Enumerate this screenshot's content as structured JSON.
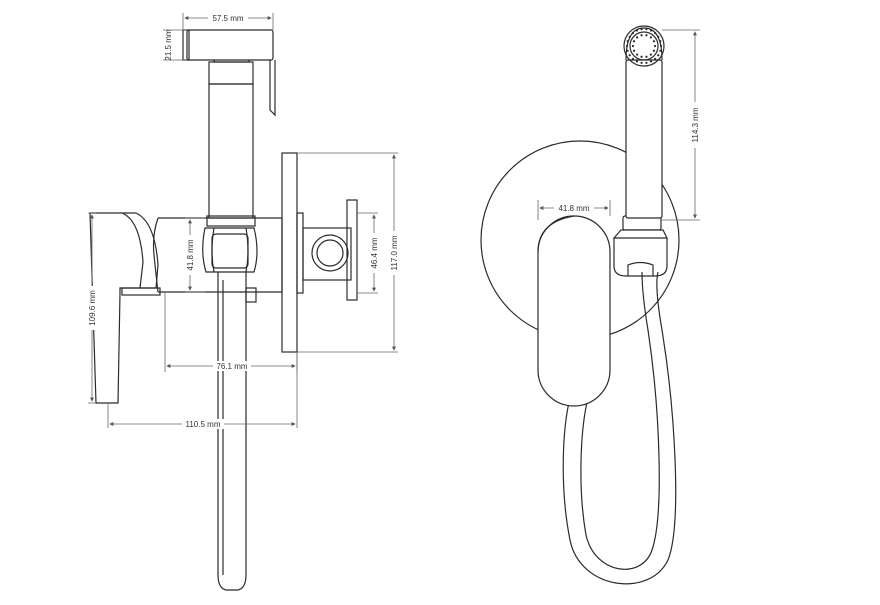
{
  "colors": {
    "line": "#2b2b2b",
    "dim": "#666666",
    "text": "#333333",
    "background": "#ffffff"
  },
  "dimensions": {
    "head_width": "57.5 mm",
    "head_height": "21.5 mm",
    "body_height": "41.8 mm",
    "holder_height": "46.4 mm",
    "plate_height": "117.0 mm",
    "lever_height": "109.6 mm",
    "body_depth": "76.1 mm",
    "total_depth": "110.5 mm",
    "front_width": "41.8 mm",
    "sprayer_length": "114.3 mm"
  }
}
